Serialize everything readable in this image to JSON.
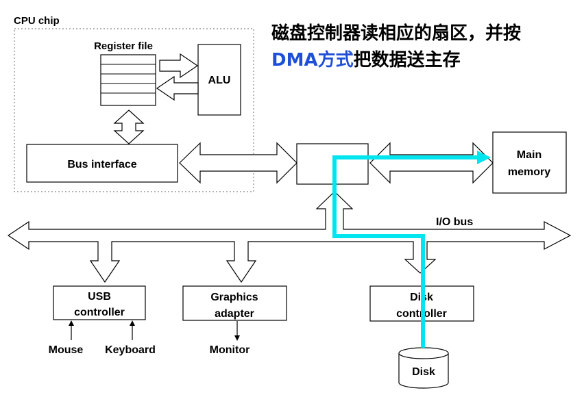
{
  "title": {
    "line1": "磁盘控制器读相应的扇区，并按",
    "line2_highlight": "DMA方式",
    "line2_rest": "把数据送主存"
  },
  "cpu_chip": {
    "label": "CPU chip",
    "register_file_label": "Register file",
    "alu_label": "ALU",
    "bus_interface_label": "Bus interface"
  },
  "main_memory": {
    "line1": "Main",
    "line2": "memory"
  },
  "io_bus_label": "I/O bus",
  "usb_controller": {
    "line1": "USB",
    "line2": "controller"
  },
  "graphics_adapter": {
    "line1": "Graphics",
    "line2": "adapter"
  },
  "disk_controller": {
    "line1": "Disk",
    "line2": "controller"
  },
  "devices": {
    "mouse": "Mouse",
    "keyboard": "Keyboard",
    "monitor": "Monitor",
    "disk": "Disk"
  },
  "colors": {
    "title_accent": "#1F4FD6",
    "dma_path": "#00E5EE"
  }
}
